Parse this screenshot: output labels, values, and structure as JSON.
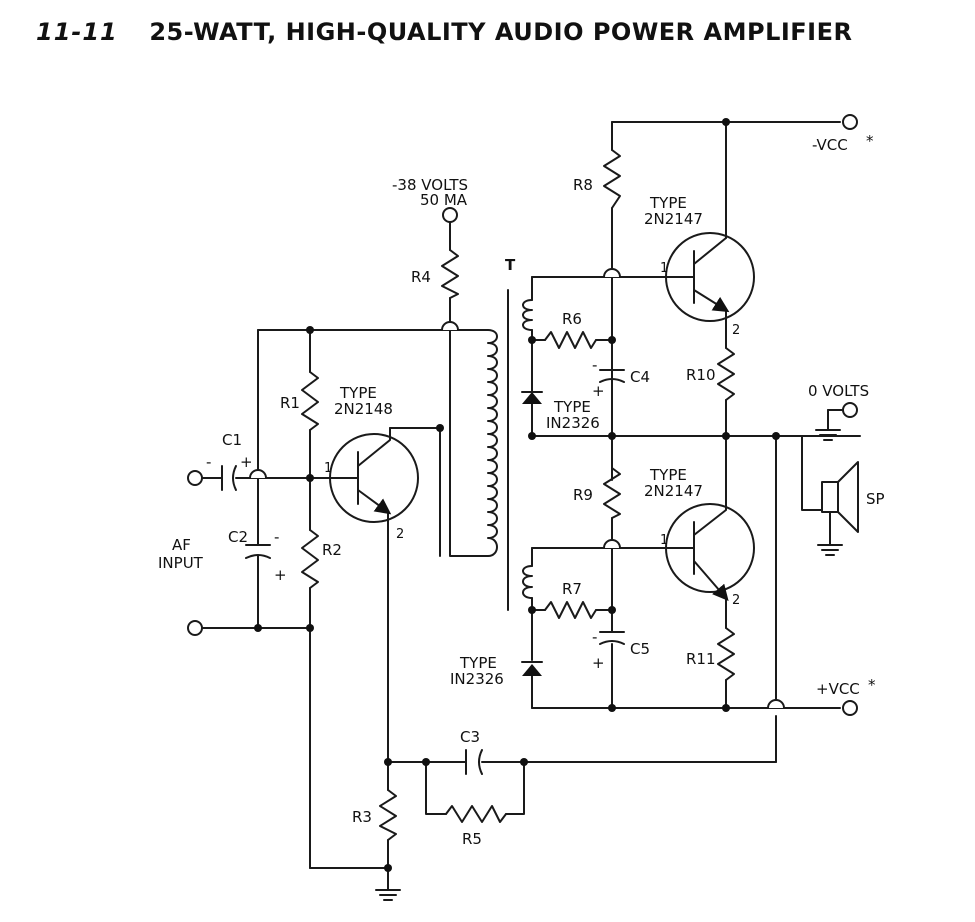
{
  "figure": {
    "number": "11-11",
    "title": "25-WATT, HIGH-QUALITY AUDIO POWER AMPLIFIER"
  },
  "labels": {
    "supply_top": "-38 VOLTS",
    "supply_current": "50 MA",
    "transformer": "T",
    "r1": "R1",
    "r2": "R2",
    "r3": "R3",
    "r4": "R4",
    "r5": "R5",
    "r6": "R6",
    "r7": "R7",
    "r8": "R8",
    "r9": "R9",
    "r10": "R10",
    "r11": "R11",
    "c1": "C1",
    "c2": "C2",
    "c3": "C3",
    "c4": "C4",
    "c5": "C5",
    "q1_type": "TYPE",
    "q1_model": "2N2148",
    "q2_type": "TYPE",
    "q2_model": "2N2147",
    "q3_type": "TYPE",
    "q3_model": "2N2147",
    "d1_type": "TYPE",
    "d1_model": "IN2326",
    "d2_type": "TYPE",
    "d2_model": "IN2326",
    "input_line1": "AF",
    "input_line2": "INPUT",
    "neg_vcc": "-VCC",
    "pos_vcc": "+VCC",
    "zero_volts": "0 VOLTS",
    "speaker": "SP",
    "asterisk": "*",
    "pin1": "1",
    "pin2": "2",
    "plus": "+",
    "minus": "-"
  }
}
